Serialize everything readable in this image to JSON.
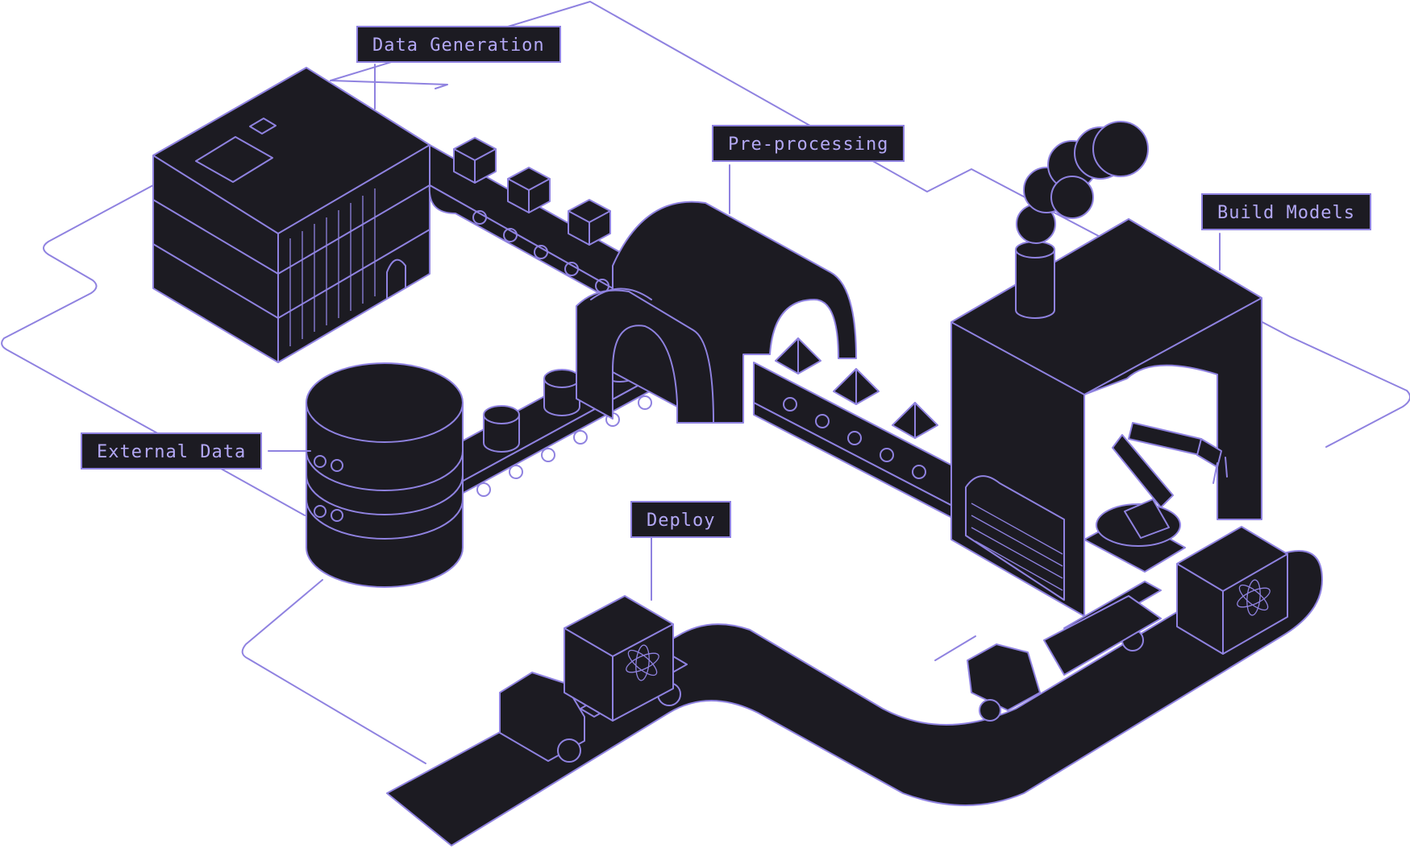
{
  "colors": {
    "dark_fill": "#1c1b22",
    "accent_line": "#8f82e0",
    "label_text": "#b3a8f5",
    "background": "#ffffff"
  },
  "labels": {
    "data_generation": "Data Generation",
    "pre_processing": "Pre-processing",
    "build_models": "Build Models",
    "external_data": "External Data",
    "deploy": "Deploy"
  },
  "icons": [
    "server-building-icon",
    "database-cylinder-icon",
    "tunnel-icon",
    "factory-icon",
    "smokestack-icon",
    "robot-arm-icon",
    "atom-icon",
    "delivery-truck-icon",
    "conveyor-belt-icon"
  ]
}
